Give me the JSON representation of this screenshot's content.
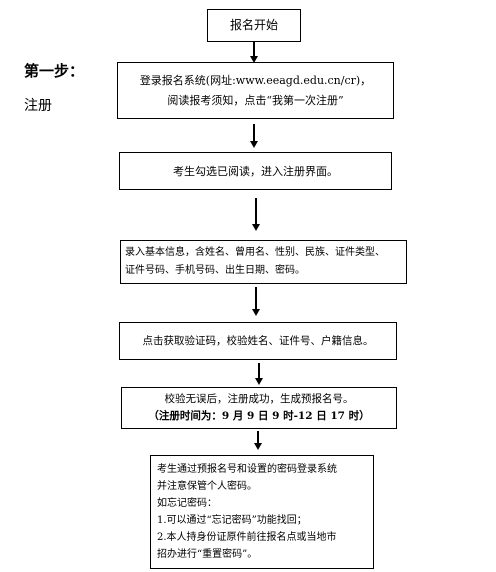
{
  "side": {
    "step_label": "第一步：",
    "step_sub": "注册"
  },
  "boxes": [
    {
      "lines": [
        "报名开始"
      ]
    },
    {
      "lines": [
        "登录报名系统(网址:www.eeagd.edu.cn/cr)，",
        "阅读报考须知，点击“我第一次注册”"
      ]
    },
    {
      "lines": [
        "考生勾选已阅读，进入注册界面。"
      ]
    },
    {
      "lines": [
        "录入基本信息，含姓名、曾用名、性别、民族、证件类型、",
        "证件号码、手机号码、出生日期、密码。"
      ]
    },
    {
      "lines": [
        "点击获取验证码，校验姓名、证件号、户籍信息。"
      ]
    },
    {
      "lines": [
        "校验无误后，注册成功，生成预报名号。",
        "（注册时间为：9 月 9 日 9 时-12 日 17 时）"
      ]
    },
    {
      "lines": [
        "考生通过预报名号和设置的密码登录系统",
        "并注意保管个人密码。",
        "如忘记密码：",
        "1.可以通过“忘记密码”功能找回；",
        "2.本人持身份证原件前往报名点或当地市",
        "招办进行“重置密码”。"
      ]
    }
  ]
}
